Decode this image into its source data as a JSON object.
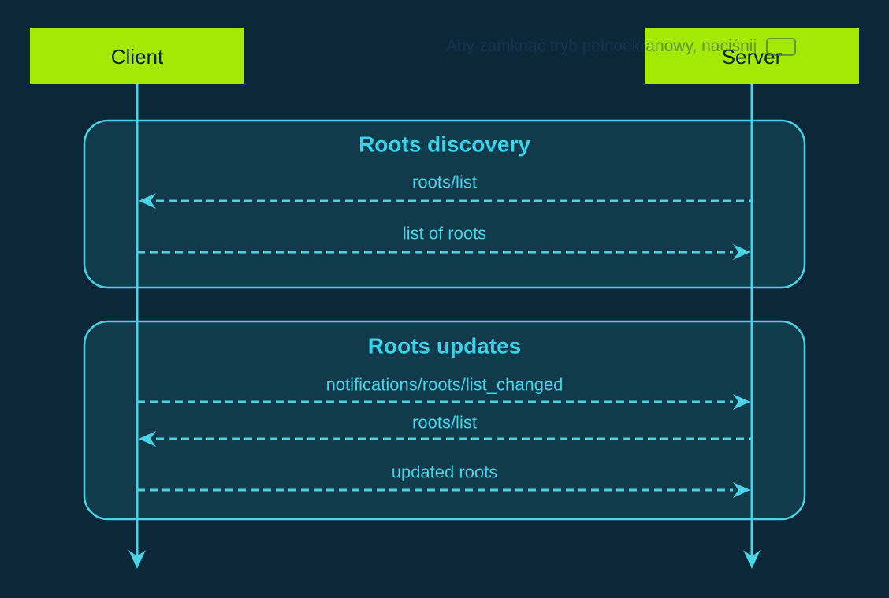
{
  "fullscreen_toast": {
    "message": "Aby zamknąć tryb pełnoekranowy, naciśnij"
  },
  "actors": [
    {
      "label": "Client"
    },
    {
      "label": "Server"
    }
  ],
  "groups": [
    {
      "title": "Roots discovery",
      "messages": [
        {
          "label": "roots/list",
          "from": "Server",
          "to": "Client",
          "line_style": "dashed"
        },
        {
          "label": "list of roots",
          "from": "Client",
          "to": "Server",
          "line_style": "dashed"
        }
      ]
    },
    {
      "title": "Roots updates",
      "messages": [
        {
          "label": "notifications/roots/list_changed",
          "from": "Client",
          "to": "Server",
          "line_style": "dashed"
        },
        {
          "label": "roots/list",
          "from": "Server",
          "to": "Client",
          "line_style": "dashed"
        },
        {
          "label": "updated roots",
          "from": "Client",
          "to": "Server",
          "line_style": "dashed"
        }
      ]
    }
  ],
  "colors": {
    "background": "#0c2737",
    "accent_cyan": "#4ad2e7",
    "group_fill": "#113a4b",
    "actor_fill": "#a4e805",
    "actor_text": "#102433"
  }
}
